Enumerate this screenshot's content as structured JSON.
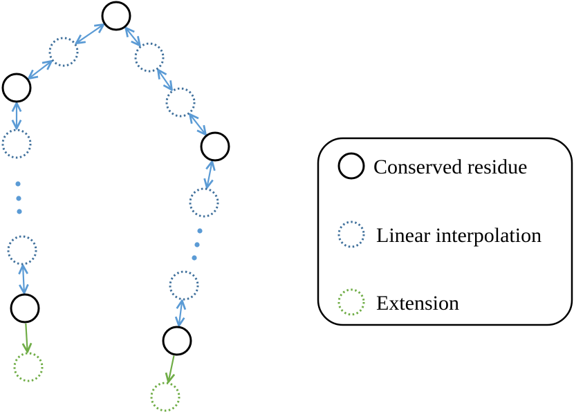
{
  "colors": {
    "conserved": "#000000",
    "interpolated": "#41719c",
    "extension": "#70ad47",
    "arrow_blue": "#5b9bd5",
    "arrow_green": "#70ad47",
    "ellipsis_dots": "#5b9bd5",
    "legend_border": "#000000"
  },
  "legend": {
    "items": [
      {
        "key": "conserved",
        "label": "Conserved residue"
      },
      {
        "key": "interpolated",
        "label": "Linear interpolation"
      },
      {
        "key": "extension",
        "label": "Extension"
      }
    ]
  }
}
